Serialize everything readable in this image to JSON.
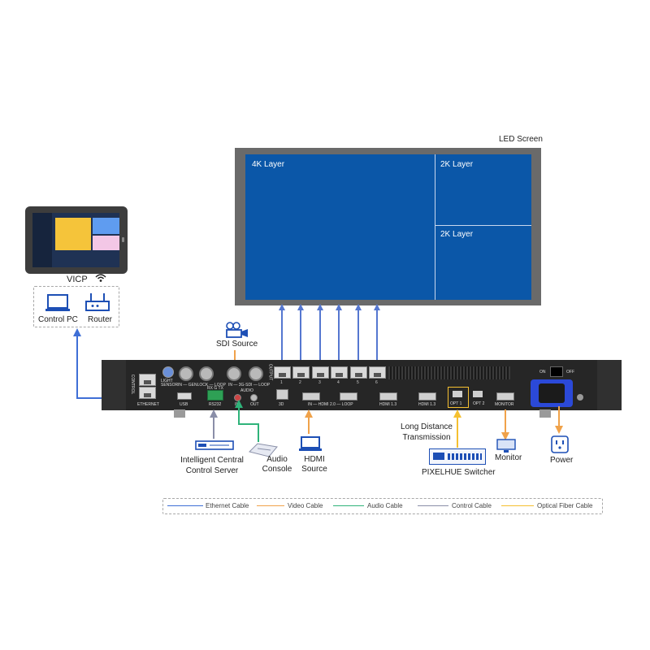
{
  "led_screen": {
    "title": "LED Screen",
    "layers": [
      "4K Layer",
      "2K Layer",
      "2K Layer"
    ]
  },
  "vicp": {
    "label": "VICP",
    "devices": [
      "Control PC",
      "Router"
    ]
  },
  "sdi_source": {
    "label": "SDI Source"
  },
  "device": {
    "panel_labels": {
      "control": "CONTROL",
      "ethernet": "ETHERNET",
      "usb": "USB",
      "rs232": "RS232",
      "rx_tx": "RX G TX",
      "light_sensor": "LIGHT SENSOR",
      "in_genlock_loop": "IN — GENLOCK — LOOP",
      "in_3gsdi_loop": "IN — 3G-SDI — LOOP",
      "audio": "AUDIO",
      "in": "IN",
      "out": "OUT",
      "output": "OUTPUT",
      "port_3d": "3D",
      "hdmi20_in_loop": "IN — HDMI 2.0 — LOOP",
      "hdmi13_a": "HDMI 1.3",
      "hdmi13_b": "HDMI 1.3",
      "opt1": "OPT 1",
      "opt2": "OPT 2",
      "monitor": "MONITOR",
      "on": "ON",
      "off": "OFF"
    },
    "output_numbers": [
      "1",
      "2",
      "3",
      "4",
      "5",
      "6"
    ]
  },
  "peripherals": {
    "central_control": "Intelligent Central Control Server",
    "audio_console": "Audio Console",
    "hdmi_source": "HDMI Source",
    "long_distance": "Long Distance Transmission",
    "pixelhue_switcher": "PIXELHUE Switcher",
    "monitor": "Monitor",
    "power": "Power"
  },
  "legend": [
    {
      "label": "Ethernet Cable",
      "color": "#3f6fd6"
    },
    {
      "label": "Video Cable",
      "color": "#f0a24a"
    },
    {
      "label": "Audio Cable",
      "color": "#2fb37a"
    },
    {
      "label": "Control Cable",
      "color": "#8a8ea8"
    },
    {
      "label": "Optical Fiber Cable",
      "color": "#f5c030"
    }
  ],
  "colors": {
    "ethernet": "#3f6fd6",
    "video": "#f0a24a",
    "audio": "#2fb37a",
    "control": "#8a8ea8",
    "fiber": "#f5c030",
    "led_blue": "#0b57a8"
  },
  "icons": [
    "camera-icon",
    "wifi-icon",
    "laptop-icon",
    "router-icon",
    "server-icon",
    "mixer-icon",
    "switcher-icon",
    "monitor-icon",
    "power-outlet-icon"
  ]
}
